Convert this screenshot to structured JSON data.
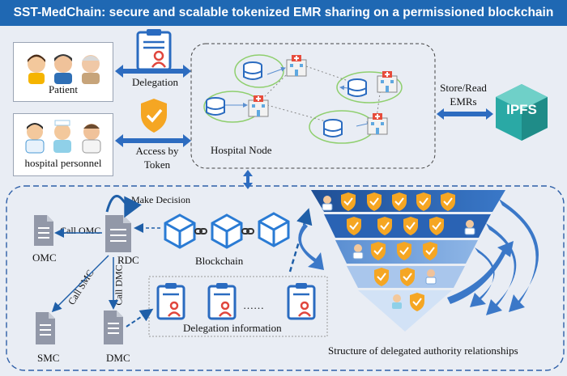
{
  "title": "SST-MedChain: secure and scalable tokenized EMR sharing on a permissioned blockchain",
  "actors": {
    "patient": "Patient",
    "hospital_personnel": "hospital personnel"
  },
  "arrows": {
    "delegation": "Delegation",
    "access_line1": "Access by",
    "access_line2": "Token",
    "store_line1": "Store/Read",
    "store_line2": "EMRs"
  },
  "hospital_node": "Hospital Node",
  "ipfs": "IPFS",
  "contracts": {
    "omc": "OMC",
    "rdc": "RDC",
    "smc": "SMC",
    "dmc": "DMC",
    "call_omc": "Call OMC",
    "call_smc": "Call SMC",
    "call_dmc": "Call DMC",
    "make_decision": "Make Decision"
  },
  "blockchain": "Blockchain",
  "delegation_information": "Delegation information",
  "ellipsis": "……",
  "structure_label": "Structure of delegated authority relationships",
  "colors": {
    "title_bar": "#1f68b3",
    "accent_blue": "#2e7bd0",
    "shield_orange": "#f5a623",
    "ipfs_teal": "#2aa9a5",
    "doc_gray": "#8e94a4",
    "clipboard_red": "#e0463d"
  },
  "icons": [
    "clipboard-icon",
    "shield-check-icon",
    "hospital-icon",
    "database-icon",
    "document-icon",
    "cube-icon",
    "person-icon"
  ]
}
